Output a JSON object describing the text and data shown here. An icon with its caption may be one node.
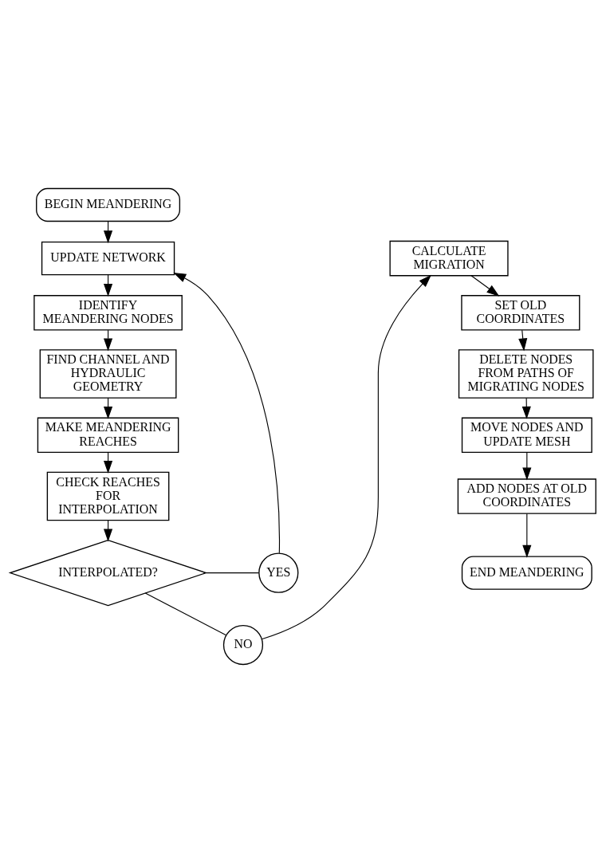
{
  "diagram": {
    "nodes": [
      {
        "text": [
          "BEGIN MEANDERING"
        ]
      },
      {
        "text": [
          "UPDATE NETWORK"
        ]
      },
      {
        "text": [
          "IDENTIFY MEANDERING NODES"
        ]
      },
      {
        "text": [
          "FIND CHANNEL AND HYDRAULIC GEOMETRY"
        ]
      },
      {
        "text": [
          "MAKE MEANDERING REACHES"
        ]
      },
      {
        "text": [
          "CHECK REACHES FOR INTERPOLATION"
        ]
      },
      {
        "text": [
          "INTERPOLATED?"
        ]
      },
      {
        "text": [
          "YES"
        ]
      },
      {
        "text": [
          "NO"
        ]
      },
      {
        "text": [
          "CALCULATE MIGRATION"
        ]
      },
      {
        "text": [
          "SET OLD COORDINATES"
        ]
      },
      {
        "text": [
          "DELETE NODES FROM PATHS OF MIGRATING NODES"
        ]
      },
      {
        "text": [
          "MOVE NODES AND UPDATE MESH"
        ]
      },
      {
        "text": [
          "ADD NODES AT OLD COORDINATES"
        ]
      },
      {
        "text": [
          "END MEANDERING"
        ]
      }
    ],
    "edges": [
      {
        "from": 0,
        "to": 1,
        "arrow": "to"
      },
      {
        "from": 1,
        "to": 2,
        "arrow": "to"
      },
      {
        "from": 2,
        "to": 3,
        "arrow": "to"
      },
      {
        "from": 3,
        "to": 4,
        "arrow": "to"
      },
      {
        "from": 4,
        "to": 5,
        "arrow": "to"
      },
      {
        "from": 5,
        "to": 6,
        "arrow": "to"
      },
      {
        "from": 6,
        "to": 7,
        "arrow": "none"
      },
      {
        "from": 7,
        "to": 1,
        "arrow": "to"
      },
      {
        "from": 6,
        "to": 8,
        "arrow": "none"
      },
      {
        "from": 8,
        "to": 9,
        "arrow": "to"
      },
      {
        "from": 9,
        "to": 10,
        "arrow": "to"
      },
      {
        "from": 10,
        "to": 11,
        "arrow": "to"
      },
      {
        "from": 11,
        "to": 12,
        "arrow": "to"
      },
      {
        "from": 12,
        "to": 13,
        "arrow": "to"
      },
      {
        "from": 13,
        "to": 14,
        "arrow": "to"
      }
    ]
  }
}
